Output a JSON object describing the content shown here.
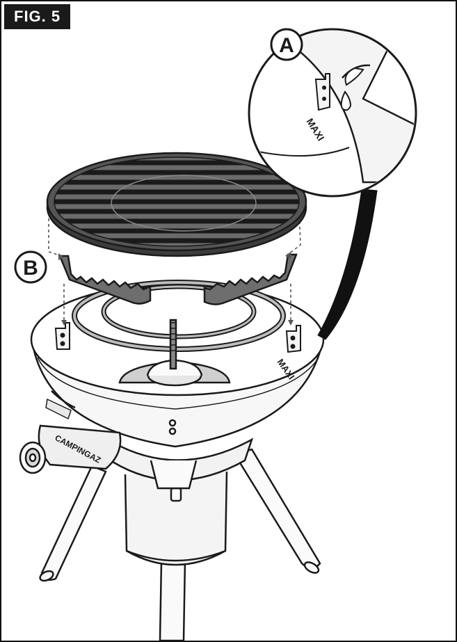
{
  "figure": {
    "label": "FIG. 5"
  },
  "callouts": {
    "a": "A",
    "b": "B"
  },
  "markings": {
    "maxi_inset": "MAXI",
    "maxi_bowl": "MAXI",
    "brand": "CAMPINGAZ"
  },
  "colors": {
    "ink": "#1a1a1a",
    "grill": "#555555",
    "grill_dark": "#3c3c3c",
    "bowl": "#f7f7f7",
    "burner": "#9a9a9a"
  }
}
